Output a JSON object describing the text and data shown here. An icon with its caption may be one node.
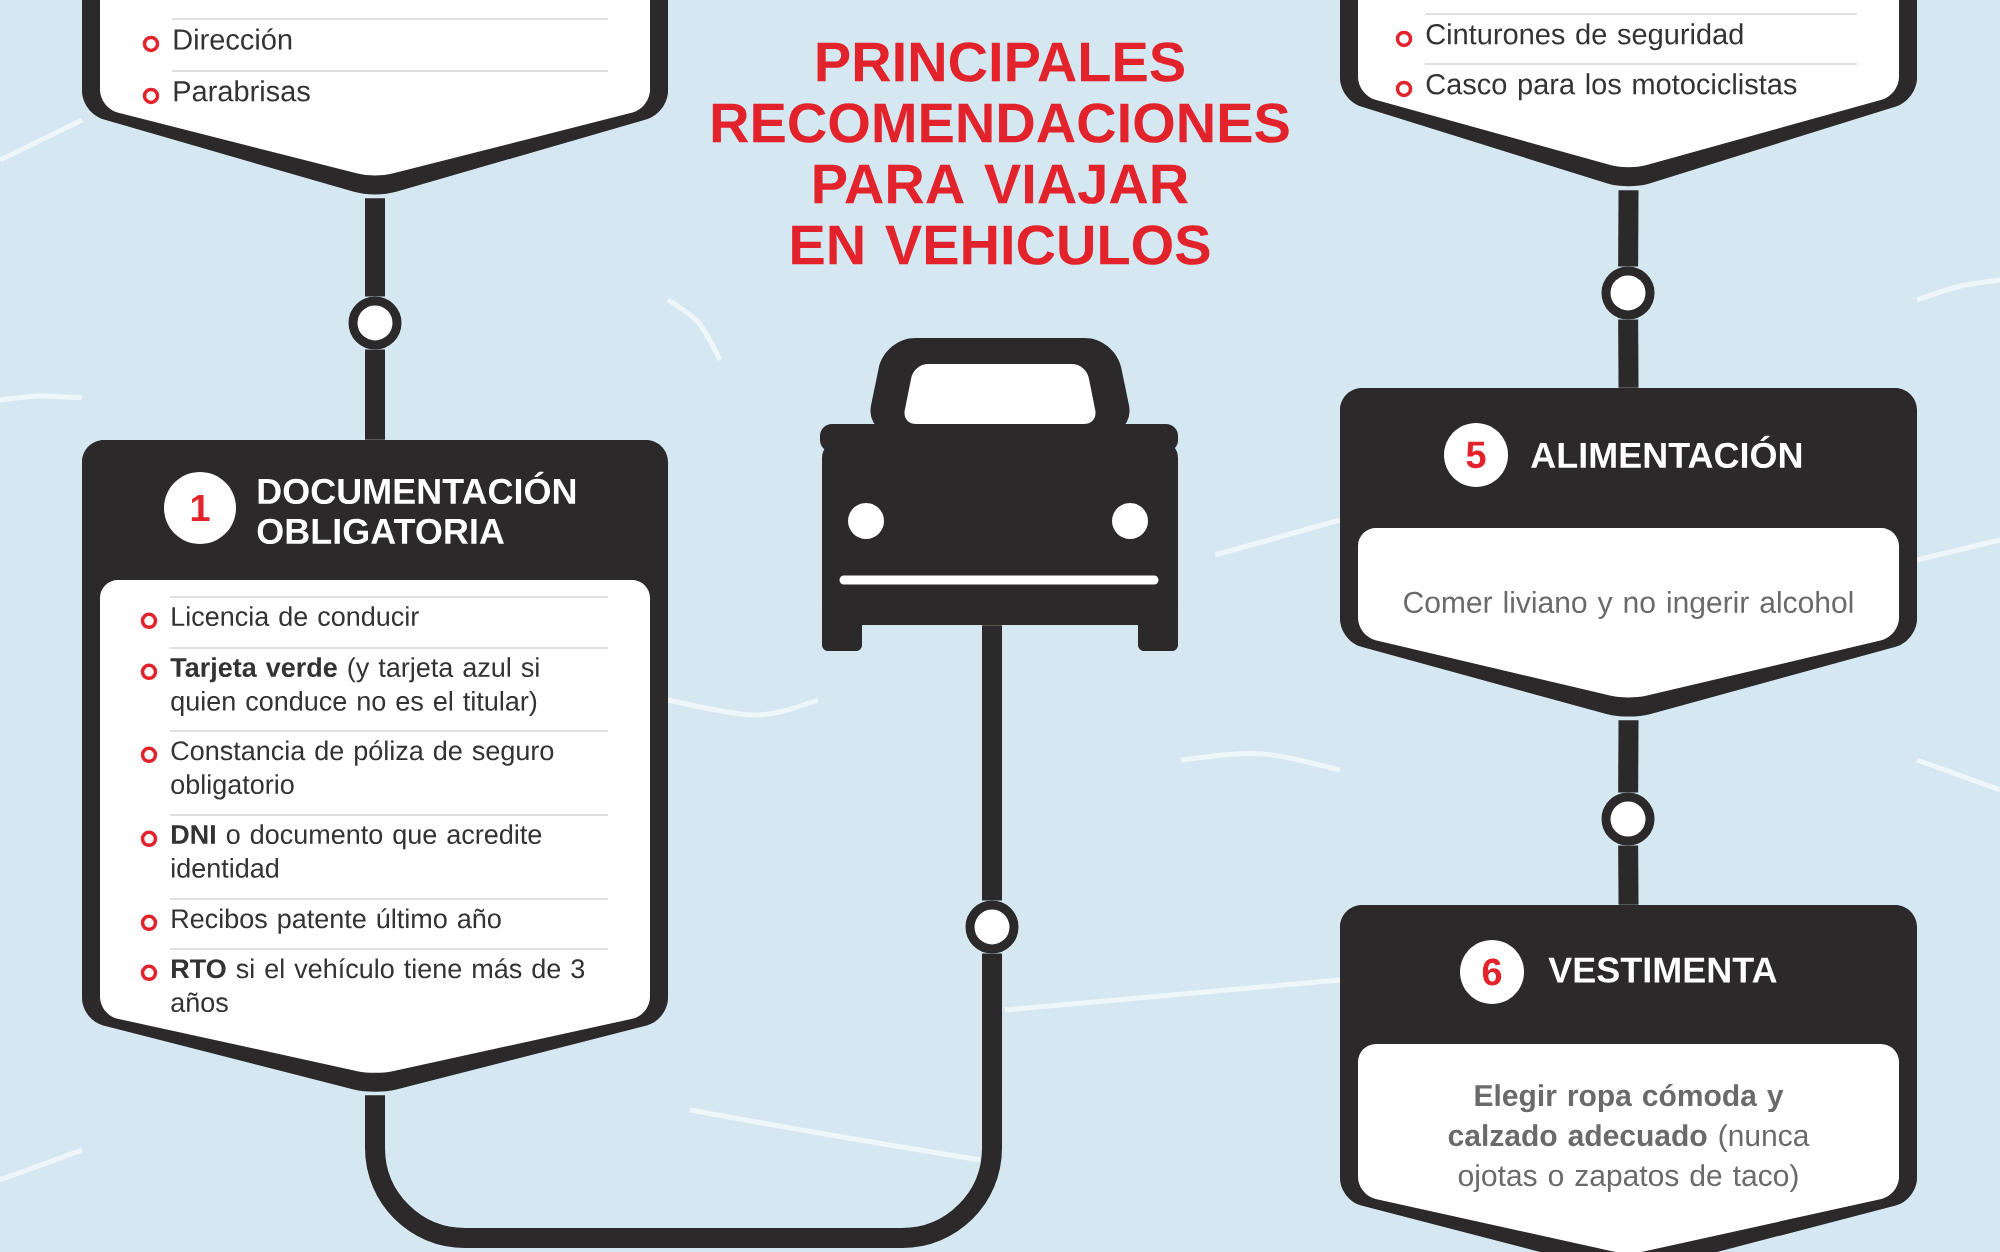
{
  "diagram": {
    "title": "PRINCIPALES RECOMENDACIONES PARA VIAJAR EN VEHICULOS",
    "nodes": [
      {
        "text": [
          "Dirección",
          "Parabrisas"
        ]
      },
      {
        "text": [],
        "shape": "circle"
      },
      {
        "text": [
          "1",
          "DOCUMENTACIÓN OBLIGATORIA",
          "Licencia de conducir",
          "**Tarjeta verde** (y tarjeta azul si quien conduce no es el titular)",
          "Constancia de póliza de seguro obligatorio",
          "**DNI** o documento que acredite identidad",
          "Recibos patente último año",
          "**RTO** si el vehículo tiene más de 3 años"
        ]
      },
      {
        "text": [],
        "shape": "picture"
      },
      {
        "text": [],
        "shape": "circle"
      },
      {
        "text": [
          "Cinturones de seguridad",
          "Casco para los motociclistas"
        ]
      },
      {
        "text": [],
        "shape": "circle"
      },
      {
        "text": [
          "5",
          "ALIMENTACIÓN",
          "Comer liviano y no ingerir alcohol"
        ]
      },
      {
        "text": [],
        "shape": "circle"
      },
      {
        "text": [
          "6",
          "VESTIMENTA",
          "**Elegir ropa cómoda y calzado adecuado** (nunca ojotas o zapatos de taco)"
        ]
      }
    ],
    "edges": [
      {
        "from": 0,
        "to": 1,
        "arrow": "none"
      },
      {
        "from": 1,
        "to": 2,
        "arrow": "none"
      },
      {
        "from": 2,
        "to": 4,
        "arrow": "none"
      },
      {
        "from": 3,
        "to": 4,
        "arrow": "none"
      },
      {
        "from": 5,
        "to": 6,
        "arrow": "none"
      },
      {
        "from": 6,
        "to": 7,
        "arrow": "none"
      },
      {
        "from": 7,
        "to": 8,
        "arrow": "none"
      },
      {
        "from": 8,
        "to": 9,
        "arrow": "none"
      }
    ]
  }
}
